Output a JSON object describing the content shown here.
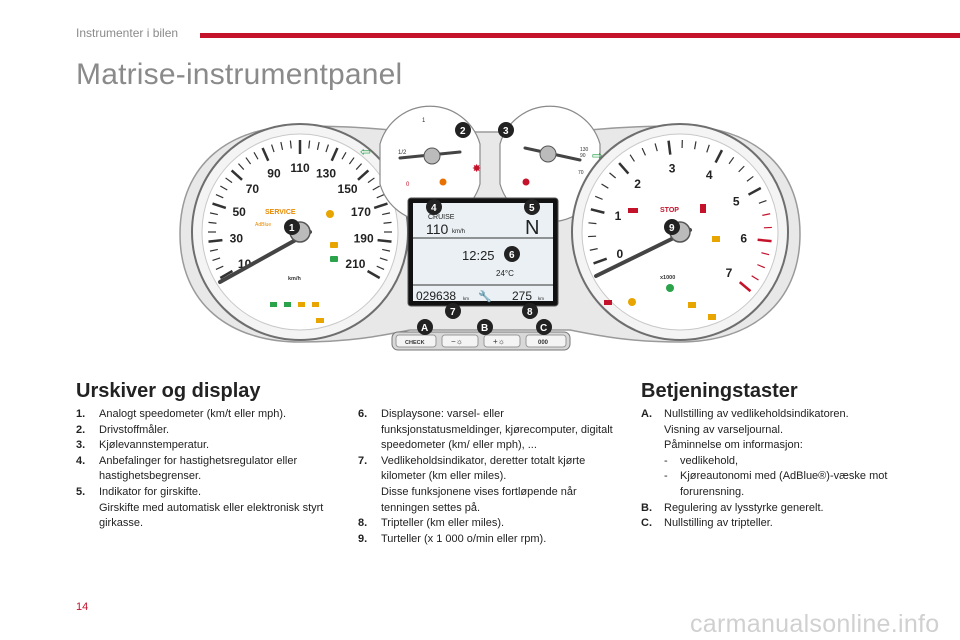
{
  "header": {
    "section": "Instrumenter i bilen"
  },
  "title": "Matrise-instrumentpanel",
  "cluster": {
    "speed_ticks": [
      "10",
      "30",
      "50",
      "70",
      "90",
      "110",
      "130",
      "150",
      "170",
      "190",
      "210"
    ],
    "speed_unit": "km/h",
    "service_label": "SERVICE",
    "adblue_label": "AdBlue",
    "rpm_ticks": [
      "0",
      "1",
      "2",
      "3",
      "4",
      "5",
      "6",
      "7"
    ],
    "rpm_unit": "x1000",
    "stop_label": "STOP",
    "fuel_ticks": [
      "1",
      "1/2",
      "0"
    ],
    "temp_ticks": [
      "130",
      "90",
      "70"
    ],
    "display": {
      "cruise": "CRUISE",
      "speed": "110",
      "speed_unit": "km/h",
      "gear": "N",
      "time": "12:25",
      "temp": "24°C",
      "odometer": "029638",
      "odo_unit": "km",
      "range": "275",
      "range_unit": "km"
    },
    "buttons": {
      "check": "CHECK",
      "minus": "−☼",
      "plus": "+☼",
      "reset": "000"
    },
    "callouts": [
      "1",
      "2",
      "3",
      "4",
      "5",
      "6",
      "7",
      "8",
      "9"
    ],
    "button_callouts": [
      "A",
      "B",
      "C"
    ]
  },
  "left_section": {
    "title": "Urskiver og display",
    "items_col1": [
      {
        "num": "1.",
        "text": "Analogt speedometer (km/t eller mph)."
      },
      {
        "num": "2.",
        "text": "Drivstoffmåler."
      },
      {
        "num": "3.",
        "text": "Kjølevannstemperatur."
      },
      {
        "num": "4.",
        "text": "Anbefalinger for hastighetsregulator eller hastighetsbegrenser."
      },
      {
        "num": "5.",
        "text": "Indikator for girskifte.",
        "extra": "Girskifte med automatisk eller elektronisk styrt girkasse."
      }
    ],
    "items_col2": [
      {
        "num": "6.",
        "text": "Displaysone: varsel- eller funksjonstatusmeldinger, kjørecomputer, digitalt speedometer (km/ eller mph), ..."
      },
      {
        "num": "7.",
        "text": "Vedlikeholdsindikator, deretter totalt kjørte kilometer (km eller miles).",
        "extra": "Disse funksjonene vises fortløpende når tenningen settes på."
      },
      {
        "num": "8.",
        "text": "Tripteller (km eller miles)."
      },
      {
        "num": "9.",
        "text": "Turteller (x 1 000 o/min eller rpm)."
      }
    ]
  },
  "right_section": {
    "title": "Betjeningstaster",
    "item_a": {
      "num": "A.",
      "text": "Nullstilling av vedlikeholdsindikatoren.",
      "line2": "Visning av varseljournal.",
      "line3": "Påminnelse om informasjon:",
      "bullets": [
        "vedlikehold,",
        "Kjøreautonomi med (AdBlue®)-væske mot forurensning."
      ]
    },
    "item_b": {
      "num": "B.",
      "text": "Regulering av lysstyrke generelt."
    },
    "item_c": {
      "num": "C.",
      "text": "Nullstilling av tripteller."
    }
  },
  "footer": {
    "page": "14",
    "watermark": "carmanualsonline.info"
  }
}
